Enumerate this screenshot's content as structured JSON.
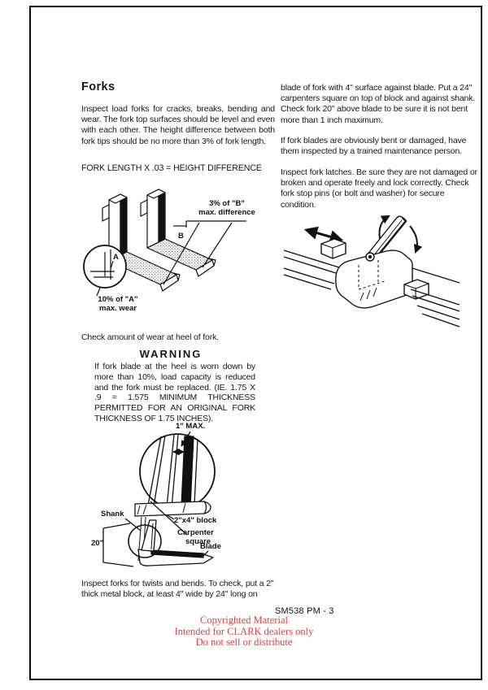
{
  "colors": {
    "ink": "#161616",
    "copyright_red": "#e04040"
  },
  "left_column": {
    "heading": "Forks",
    "para1": "Inspect load forks for cracks, breaks, bending and wear.  The fork top surfaces should be level and even with each other.   The height difference between both fork tips should be no more than 3% of fork length.",
    "formula": "FORK LENGTH X .03 = HEIGHT DIFFERENCE",
    "check_text": "Check amount of wear at heel of fork.",
    "warning_title": "WARNING",
    "warning_text": "If fork blade at the heel is worn down by more than 10%, load capacity is reduced and the fork must be replaced.  (IE. 1.75 X .9 = 1.575 MINIMUM THICKNESS PERMITTED FOR AN ORIGINAL FORK THICKNESS OF 1.75 INCHES).",
    "bottom_text": "Inspect forks for twists and bends.  To check, put a 2\" thick metal block, at least 4\" wide by 24\" long on"
  },
  "right_column": {
    "para1": "blade of fork with 4\" surface against blade.  Put a 24\" carpenters square on top of block and against shank.  Check fork 20\" above blade to  be sure it is not bent more than 1 inch maximum.",
    "para2": "If fork blades are obviously bent or damaged, have them inspected by a trained maintenance person.",
    "para3": "Inspect fork latches.  Be sure they are not damaged or broken and operate freely and lock correctly.  Check fork stop pins (or bolt and washer) for secure condition."
  },
  "figure1": {
    "label_b_diff_line1": "3% of \"B\"",
    "label_b_diff_line2": "max. difference",
    "label_b": "B",
    "label_a": "A",
    "label_a_wear_line1": "10% of \"A\"",
    "label_a_wear_line2": "max. wear"
  },
  "figure2": {
    "label_max": "1\" MAX.",
    "label_block": "2\"x4\" block",
    "label_square_line1": "Carpenter",
    "label_square_line2": "square",
    "label_shank": "Shank",
    "label_20": "20\"",
    "label_blade": "Blade"
  },
  "footer": {
    "page_number": "SM538  PM - 3",
    "copyright_line1": "Copyrighted Material",
    "copyright_line2": "Intended for CLARK dealers only",
    "copyright_line3": "Do not sell or distribute"
  }
}
